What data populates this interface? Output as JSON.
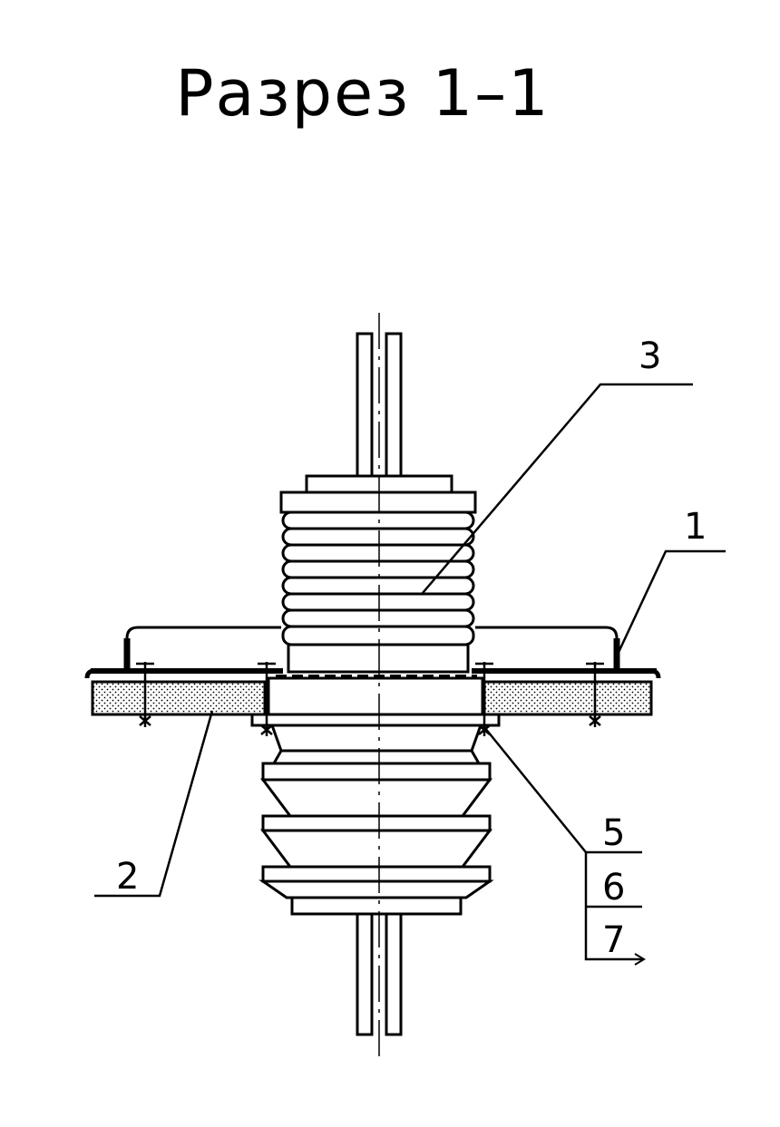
{
  "title": "Разрез 1–1",
  "callouts": {
    "c1": "1",
    "c2": "2",
    "c3": "3",
    "c5": "5",
    "c6": "6",
    "c7": "7"
  }
}
